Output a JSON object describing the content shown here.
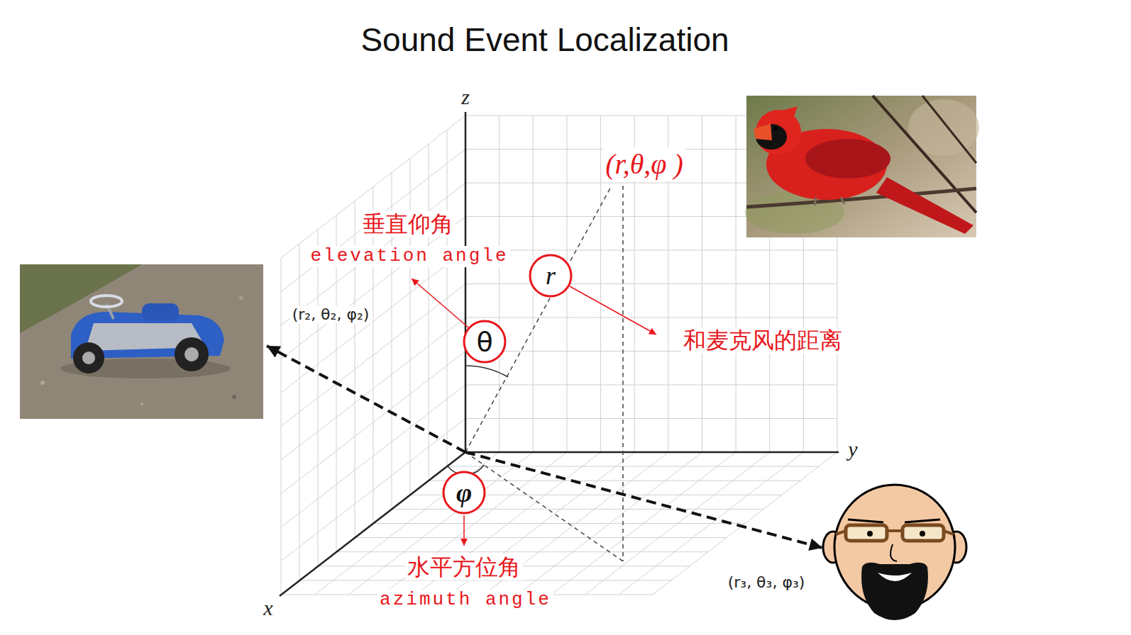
{
  "diagram": {
    "title": "Sound Event Localization",
    "nodes": [
      {
        "text": [
          "r"
        ]
      },
      {
        "text": [
          "θ"
        ]
      },
      {
        "text": [
          "φ"
        ]
      }
    ],
    "labels": [
      "z",
      "(r,θ,φ )",
      "垂直仰角",
      "elevation angle",
      "(r₂, θ₂, φ₂)",
      "和麦克风的距离",
      "y",
      "水平方位角",
      "azimuth angle",
      "(r₃, θ₃, φ₃)",
      "x"
    ]
  }
}
